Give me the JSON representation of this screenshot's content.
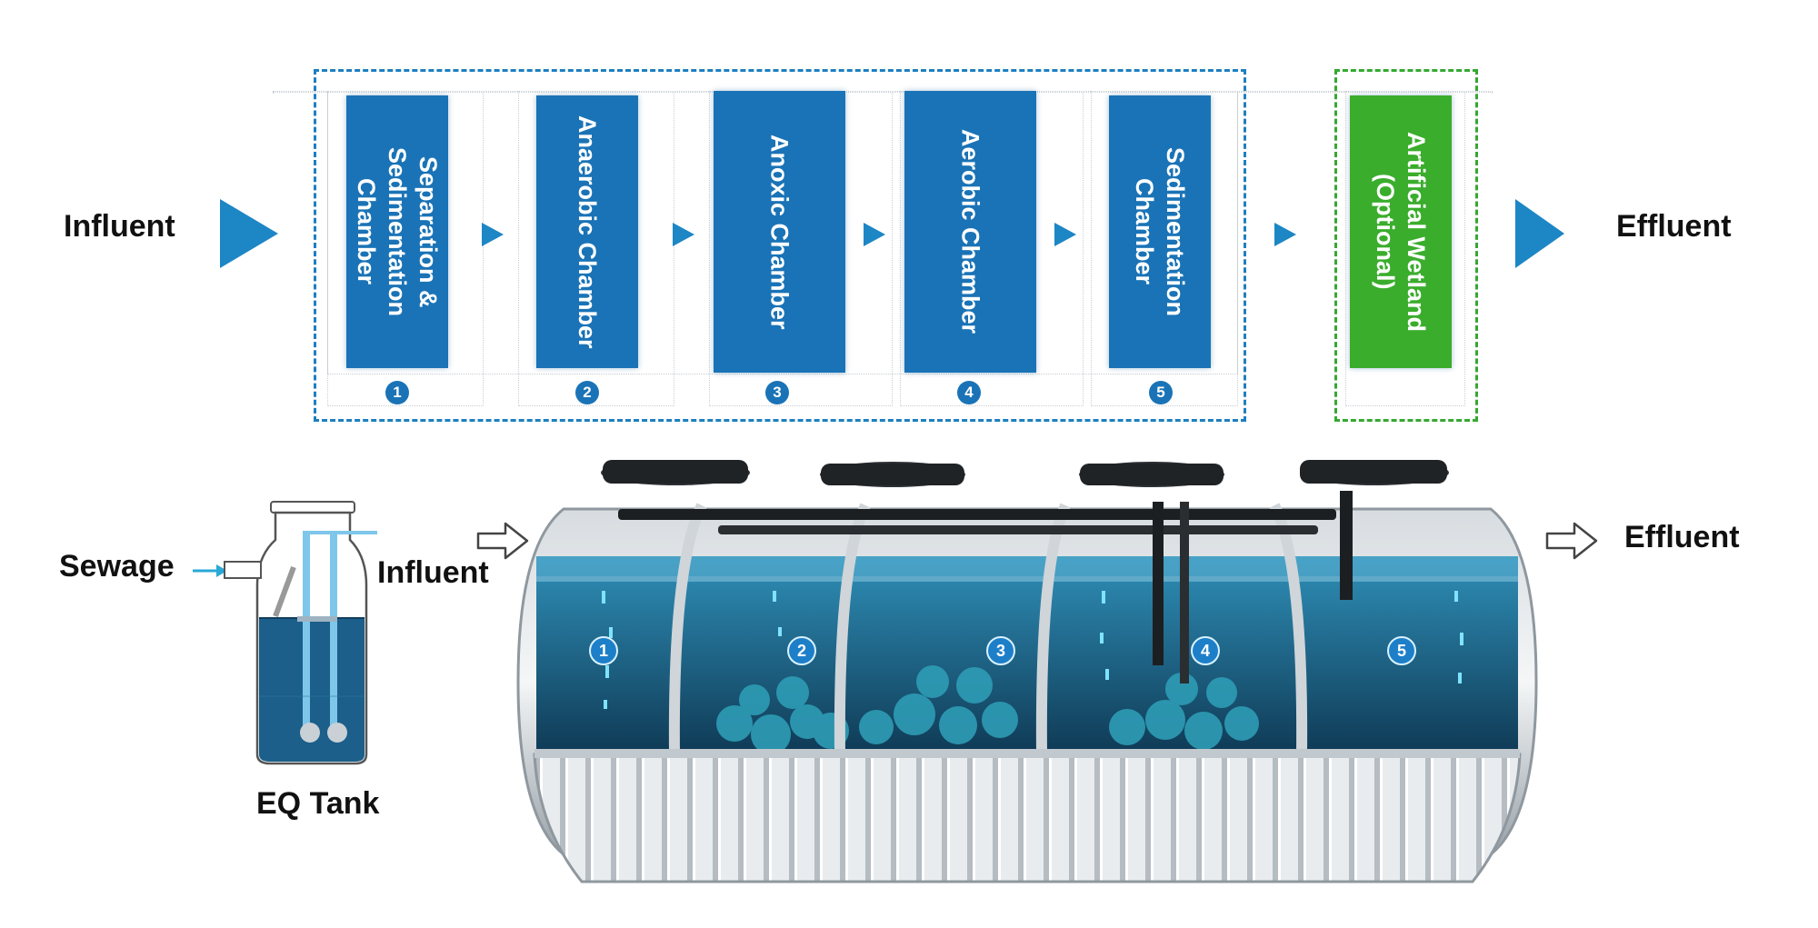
{
  "process": {
    "influent_label": "Influent",
    "effluent_label": "Effluent",
    "chambers": [
      {
        "number": "1",
        "label_line1": "Separation &",
        "label_line2": "Sedimentation",
        "label_line3": "Chamber"
      },
      {
        "number": "2",
        "label_line1": "Anaerobic Chamber"
      },
      {
        "number": "3",
        "label_line1": "Anoxic Chamber"
      },
      {
        "number": "4",
        "label_line1": "Aerobic Chamber"
      },
      {
        "number": "5",
        "label_line1": "Sedimentation",
        "label_line2": "Chamber"
      }
    ],
    "wetland": {
      "label_line1": "Artificial Wetland",
      "label_line2": "(Optional)"
    }
  },
  "equipment": {
    "sewage_label": "Sewage",
    "eq_tank_label": "EQ Tank",
    "influent_label": "Influent",
    "effluent_label": "Effluent",
    "tank_compartments": [
      "1",
      "2",
      "3",
      "4",
      "5"
    ]
  },
  "colors": {
    "chamber_blue": "#1a73b6",
    "wetland_green": "#3aad2c",
    "frame_blue": "#1d7fc0",
    "frame_green": "#35a832",
    "water": "#1b5f8a"
  }
}
